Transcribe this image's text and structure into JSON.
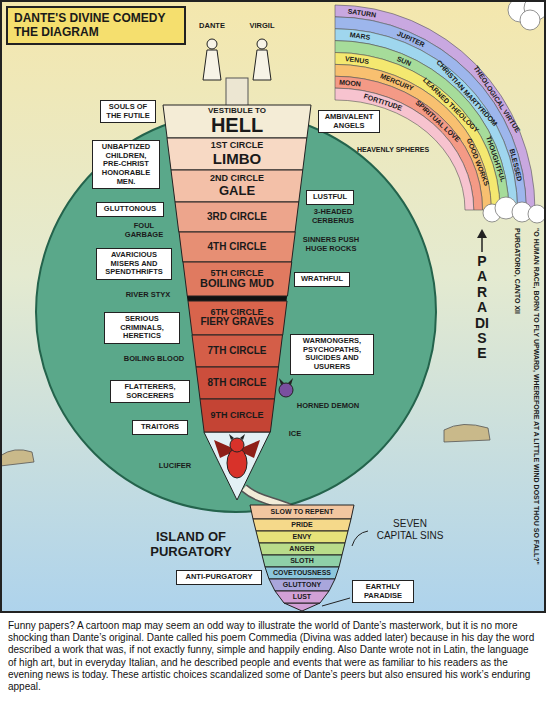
{
  "diagram": {
    "title": "DANTE'S DIVINE COMEDY THE DIAGRAM",
    "caption": "Funny papers? A cartoon map may seem an odd way to illustrate the world of Dante’s masterwork, but it is no more shocking than Dante’s original. Dante called his poem Commedia (Divina was added later) because in his day the word described a work that was, if not exactly funny, simple and happily ending. Also Dante wrote not in Latin, the language of high art, but in everyday Italian, and he described people and events that were as familiar to his readers as the evening news is today. These artistic choices scandalized some of Dante’s peers but also ensured his work’s enduring appeal.",
    "nodes": [
      {
        "text": [
          "VESTIBULE TO",
          "HELL"
        ]
      },
      {
        "text": [
          "SOULS OF THE FUTILE"
        ]
      },
      {
        "text": [
          "AMBIVALENT ANGELS"
        ]
      },
      {
        "text": [
          "1ST CIRCLE",
          "LIMBO"
        ]
      },
      {
        "text": [
          "UNBAPTIZED CHILDREN, PRE-CHRIST HONORABLE MEN."
        ]
      },
      {
        "text": [
          "2ND CIRCLE",
          "GALE"
        ]
      },
      {
        "text": [
          "LUSTFUL"
        ]
      },
      {
        "text": [
          "GLUTTONOUS"
        ]
      },
      {
        "text": [
          "3RD CIRCLE"
        ]
      },
      {
        "text": [
          "AVARICIOUS MISERS AND SPENDTHRIFTS"
        ]
      },
      {
        "text": [
          "4TH CIRCLE"
        ]
      },
      {
        "text": [
          "5TH CIRCLE",
          "BOILING MUD"
        ]
      },
      {
        "text": [
          "WRATHFUL"
        ]
      },
      {
        "text": [
          "SERIOUS CRIMINALS, HERETICS"
        ]
      },
      {
        "text": [
          "6TH CIRCLE",
          "FIERY GRAVES"
        ]
      },
      {
        "text": [
          "7TH CIRCLE"
        ]
      },
      {
        "text": [
          "WARMONGERS, PSYCHOPATHS, SUICIDES AND USURERS"
        ]
      },
      {
        "text": [
          "FLATTERERS, SORCERERS"
        ]
      },
      {
        "text": [
          "8TH CIRCLE"
        ]
      },
      {
        "text": [
          "TRAITORS"
        ]
      },
      {
        "text": [
          "9TH CIRCLE"
        ]
      },
      {
        "text": [
          "SLOW TO REPENT"
        ]
      },
      {
        "text": [
          "PRIDE"
        ]
      },
      {
        "text": [
          "ENVY"
        ]
      },
      {
        "text": [
          "ANGER"
        ]
      },
      {
        "text": [
          "SLOTH"
        ]
      },
      {
        "text": [
          "COVETOUSNESS"
        ]
      },
      {
        "text": [
          "GLUTTONY"
        ]
      },
      {
        "text": [
          "LUST"
        ]
      },
      {
        "text": [
          "ANTI-PURGATORY"
        ]
      },
      {
        "text": [
          "EARTHLY PARADISE"
        ]
      }
    ],
    "labels": [
      "DANTE",
      "VIRGIL",
      "FOUL GARBAGE",
      "3-HEADED CERBERUS",
      "SINNERS PUSH HUGE ROCKS",
      "RIVER STYX",
      "BOILING BLOOD",
      "HORNED DEMON",
      "ICE",
      "LUCIFER",
      "ISLAND OF PURGATORY",
      "SEVEN CAPITAL SINS",
      "PARADISE",
      "\"O HUMAN RACE, BORN TO FLY UPWARD, WHEREFORE AT A LITTLE WIND DOST THOU SO FALL?\"",
      "PURGATORIO, CANTO XII",
      "SATURN",
      "THEOLOGICAL VIRTUE",
      "JUPITER",
      "BLESSED",
      "MARS",
      "CHRISTIAN MARTYRDOM",
      "SUN",
      "THOUGHTFUL",
      "VENUS",
      "LEARNED THEOLOGY",
      "MERCURY",
      "GOOD WORKS",
      "MOON",
      "SPIRITUAL LOVE",
      "FORTITUDE",
      "HEAVENLY SPHERES"
    ]
  }
}
